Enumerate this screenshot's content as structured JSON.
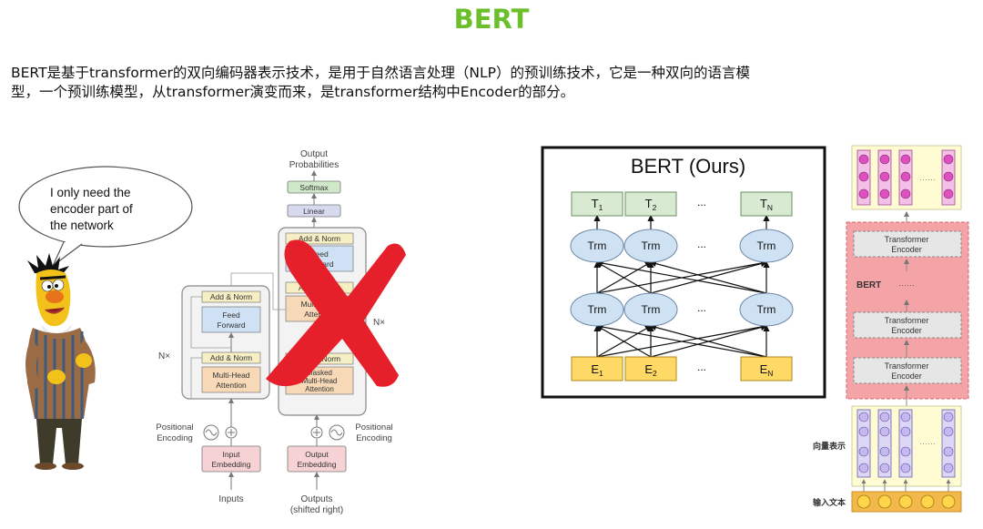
{
  "slide": {
    "title": "BERT",
    "description_line1": "BERT是基于transformer的双向编码器表示技术，是用于自然语言处理（NLP）的预训练技术，它是一种双向的语言模",
    "description_line2": "型，一个预训练模型，从transformer演变而来，是transformer结构中Encoder的部分。"
  },
  "speech_bubble": {
    "lines": [
      "I only need the",
      "encoder part of",
      "the network"
    ]
  },
  "transformer": {
    "output_probabilities": [
      "Output",
      "Probabilities"
    ],
    "softmax": "Softmax",
    "linear": "Linear",
    "add_norm": "Add & Norm",
    "feed_forward": [
      "Feed",
      "Forward"
    ],
    "multi_head_attention": [
      "Multi-Head",
      "Attention"
    ],
    "masked_attention": [
      "Masked",
      "Multi-Head",
      "Attention"
    ],
    "nx": "N×",
    "positional_encoding": [
      "Positional",
      "Encoding"
    ],
    "input_embedding": [
      "Input",
      "Embedding"
    ],
    "output_embedding": [
      "Output",
      "Embedding"
    ],
    "inputs": "Inputs",
    "outputs": [
      "Outputs",
      "(shifted right)"
    ]
  },
  "bert_ours": {
    "title": "BERT (Ours)",
    "outputs": [
      {
        "t": "T",
        "sub": "1"
      },
      {
        "t": "T",
        "sub": "2"
      },
      {
        "t": "...",
        "sub": ""
      },
      {
        "t": "T",
        "sub": "N"
      }
    ],
    "trm_label": "Trm",
    "ellipsis": "...",
    "inputs": [
      {
        "t": "E",
        "sub": "1"
      },
      {
        "t": "E",
        "sub": "2"
      },
      {
        "t": "...",
        "sub": ""
      },
      {
        "t": "E",
        "sub": "N"
      }
    ]
  },
  "bert_stack": {
    "transformer_encoder": [
      "Transformer",
      "Encoder"
    ],
    "bert_label": "BERT",
    "dots": "······",
    "vector_label": "向量表示",
    "input_label": "输入文本"
  },
  "colors": {
    "title_green": "#6abf2a",
    "trm_fill": "#cfe2f3",
    "t_fill": "#d9ead3",
    "e_fill": "#ffd966",
    "bert_pink": "#f4a3a6",
    "cross_red": "#e5202a"
  }
}
